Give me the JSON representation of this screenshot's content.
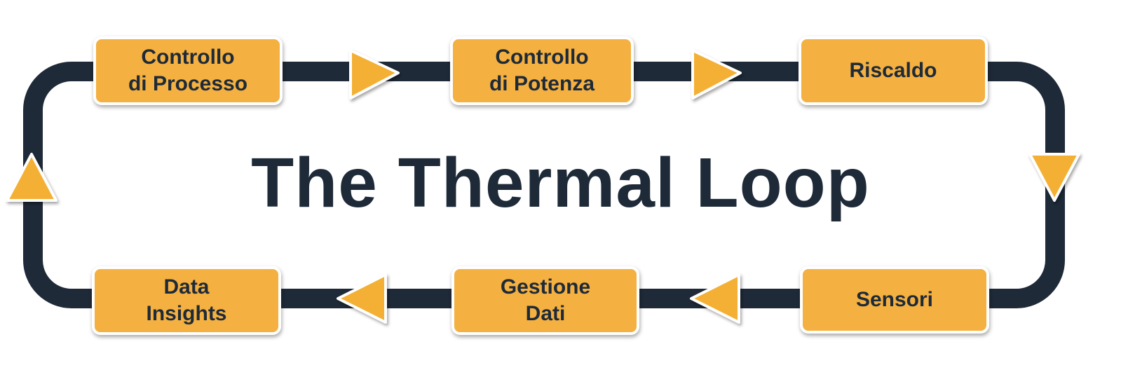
{
  "title": "The Thermal Loop",
  "colors": {
    "loop": "#1e2a38",
    "node": "#f4b040",
    "text": "#1e2a38",
    "arrow": "#f4b035"
  },
  "nodes": [
    {
      "label": "Controllo\ndi Processo"
    },
    {
      "label": "Controllo\ndi Potenza"
    },
    {
      "label": "Riscaldo"
    },
    {
      "label": "Sensori"
    },
    {
      "label": "Gestione\nDati"
    },
    {
      "label": "Data\nInsights"
    }
  ],
  "arrows": [
    "right-arrow-icon",
    "right-arrow-icon",
    "down-arrow-icon",
    "left-arrow-icon",
    "left-arrow-icon",
    "up-arrow-icon"
  ]
}
